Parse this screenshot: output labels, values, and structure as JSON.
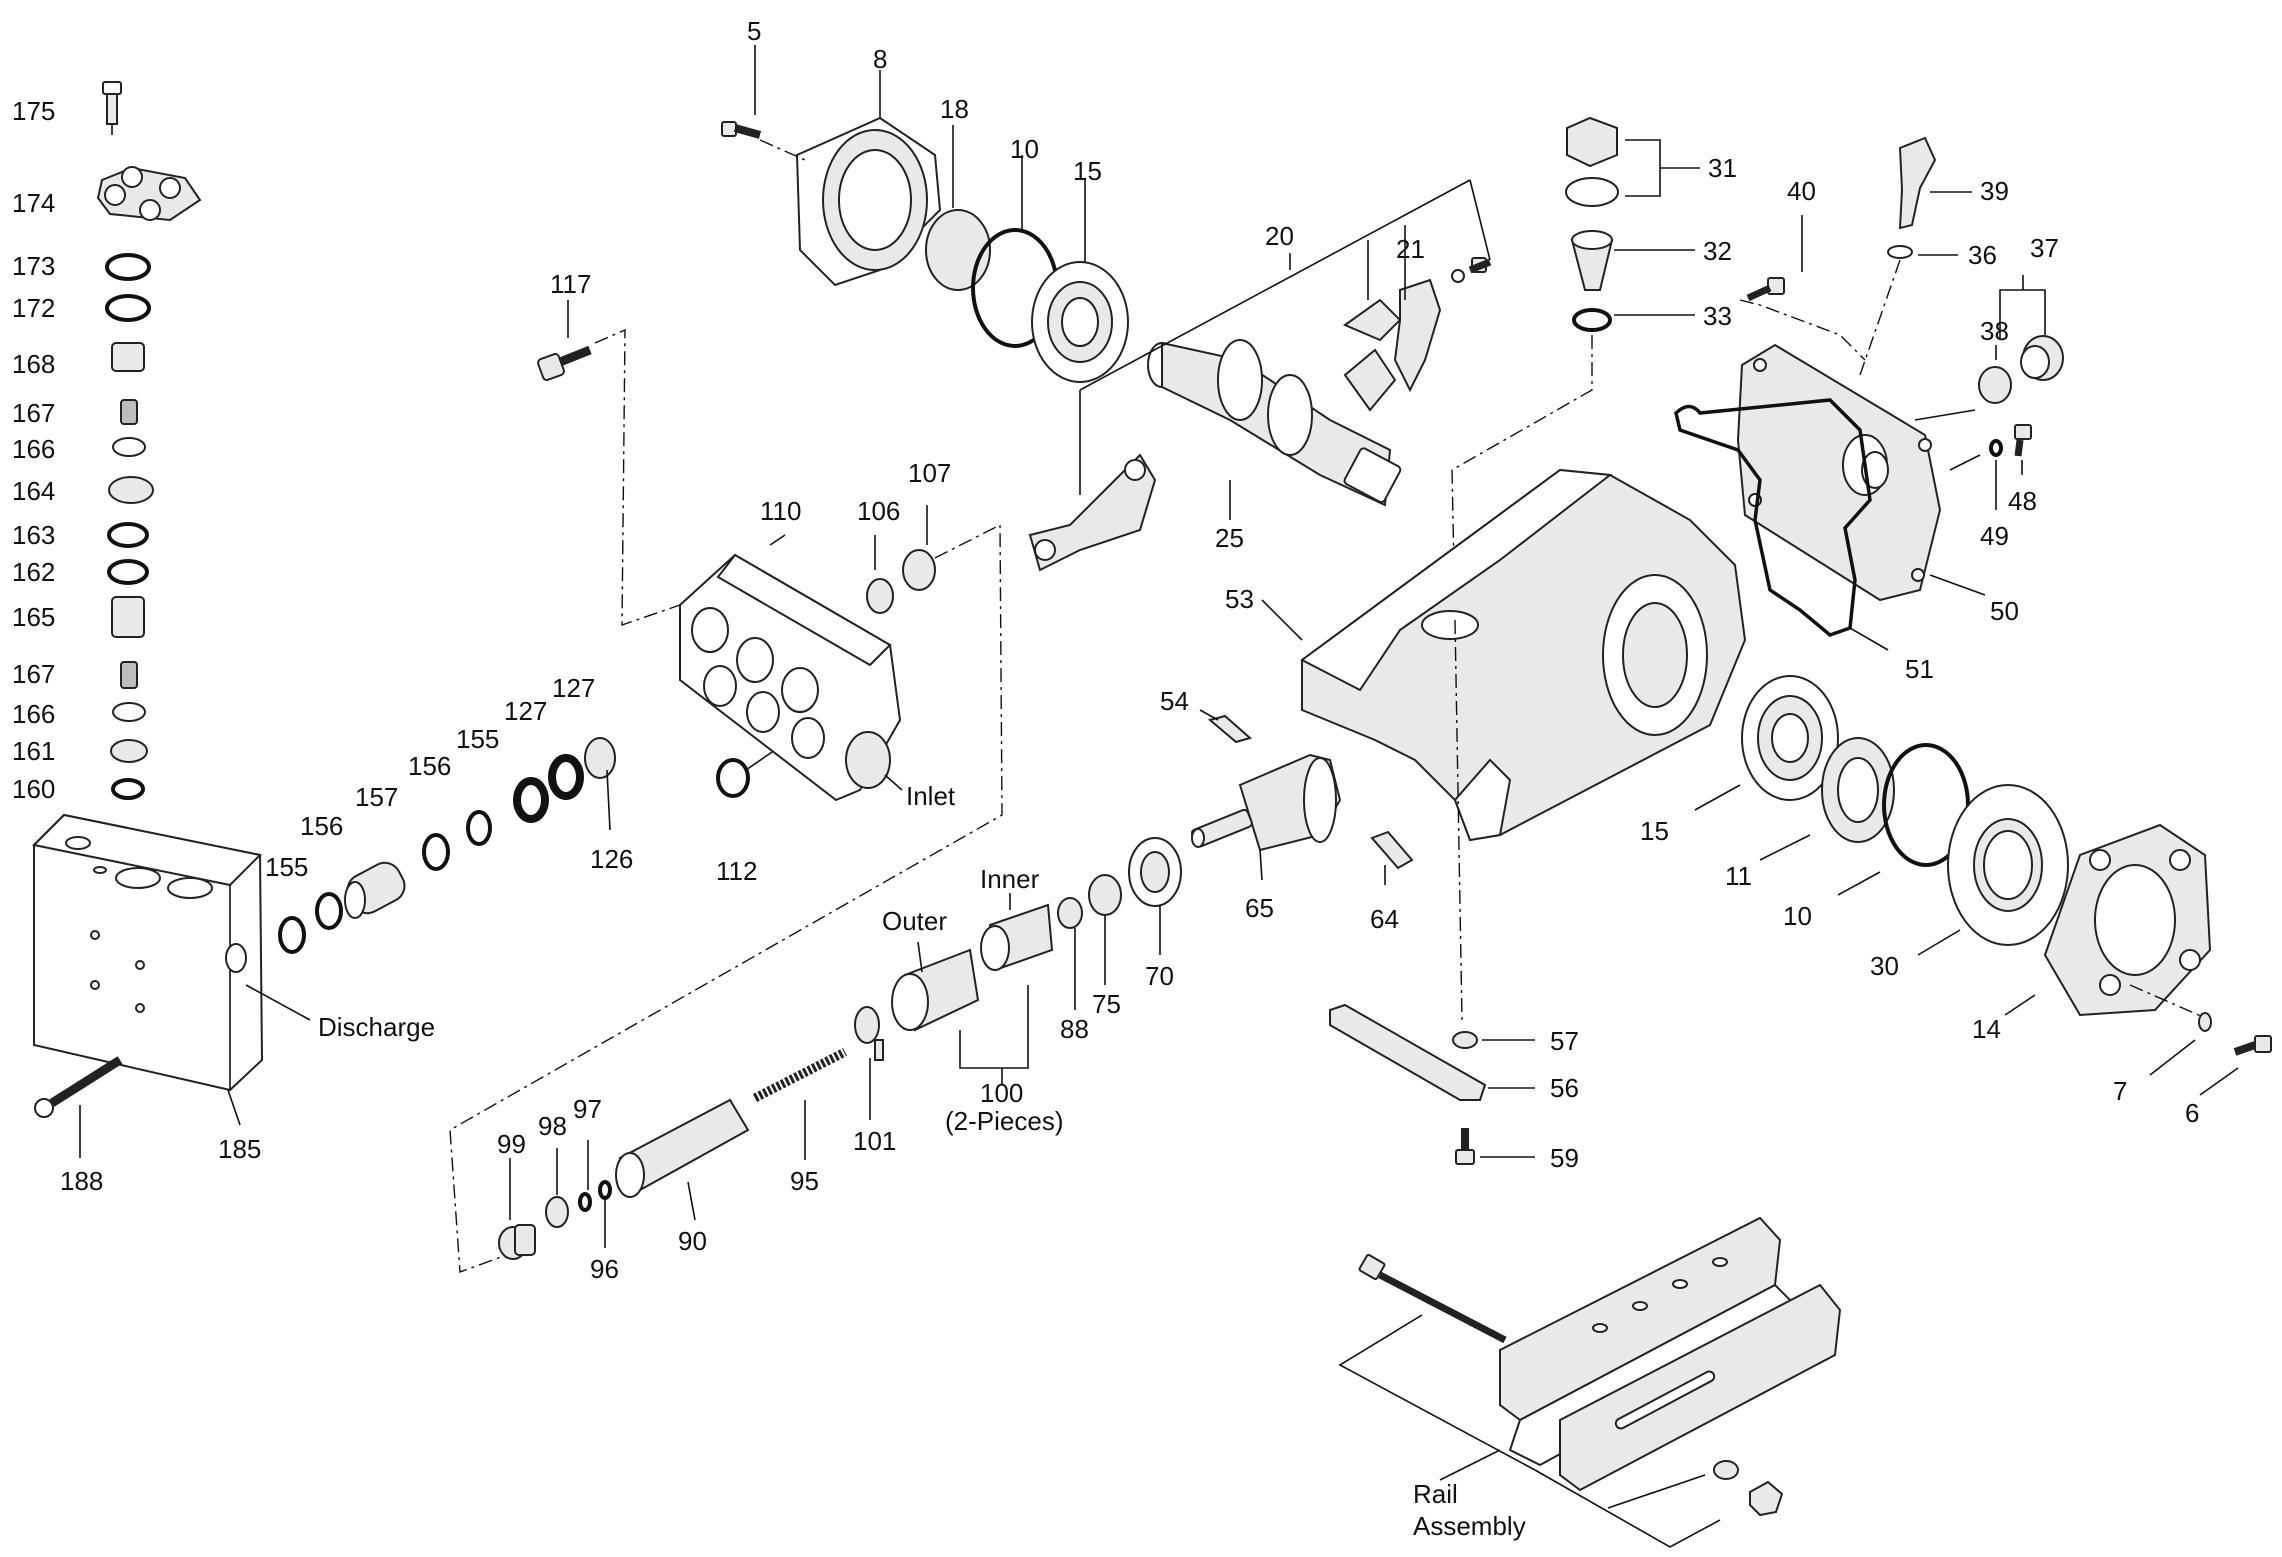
{
  "diagram": {
    "labels": {
      "p175": "175",
      "p174": "174",
      "p173": "173",
      "p172": "172",
      "p168": "168",
      "p167a": "167",
      "p166a": "166",
      "p164": "164",
      "p163": "163",
      "p162": "162",
      "p165": "165",
      "p167b": "167",
      "p166b": "166",
      "p161": "161",
      "p160": "160",
      "p185": "185",
      "p188": "188",
      "discharge": "Discharge",
      "p155a": "155",
      "p156a": "156",
      "p157": "157",
      "p156b": "156",
      "p155b": "155",
      "p127a": "127",
      "p127b": "127",
      "p126": "126",
      "p112": "112",
      "inlet": "Inlet",
      "p117": "117",
      "p110": "110",
      "p106": "106",
      "p107": "107",
      "p5": "5",
      "p8": "8",
      "p18": "18",
      "p10a": "10",
      "p15a": "15",
      "p20": "20",
      "p21": "21",
      "p25": "25",
      "p31": "31",
      "p32": "32",
      "p33": "33",
      "p40": "40",
      "p39": "39",
      "p36": "36",
      "p37": "37",
      "p38": "38",
      "p48": "48",
      "p49": "49",
      "p50": "50",
      "p51": "51",
      "p53": "53",
      "p54": "54",
      "p65": "65",
      "p64": "64",
      "p70": "70",
      "p75": "75",
      "p88": "88",
      "inner": "Inner",
      "outer": "Outer",
      "p100": "100",
      "p100note": "(2-Pieces)",
      "p101": "101",
      "p95": "95",
      "p90": "90",
      "p99": "99",
      "p98": "98",
      "p97": "97",
      "p96": "96",
      "p15b": "15",
      "p11": "11",
      "p10b": "10",
      "p30": "30",
      "p14": "14",
      "p7": "7",
      "p6": "6",
      "p57": "57",
      "p56": "56",
      "p59": "59",
      "rail1": "Rail",
      "rail2": "Assembly"
    }
  }
}
